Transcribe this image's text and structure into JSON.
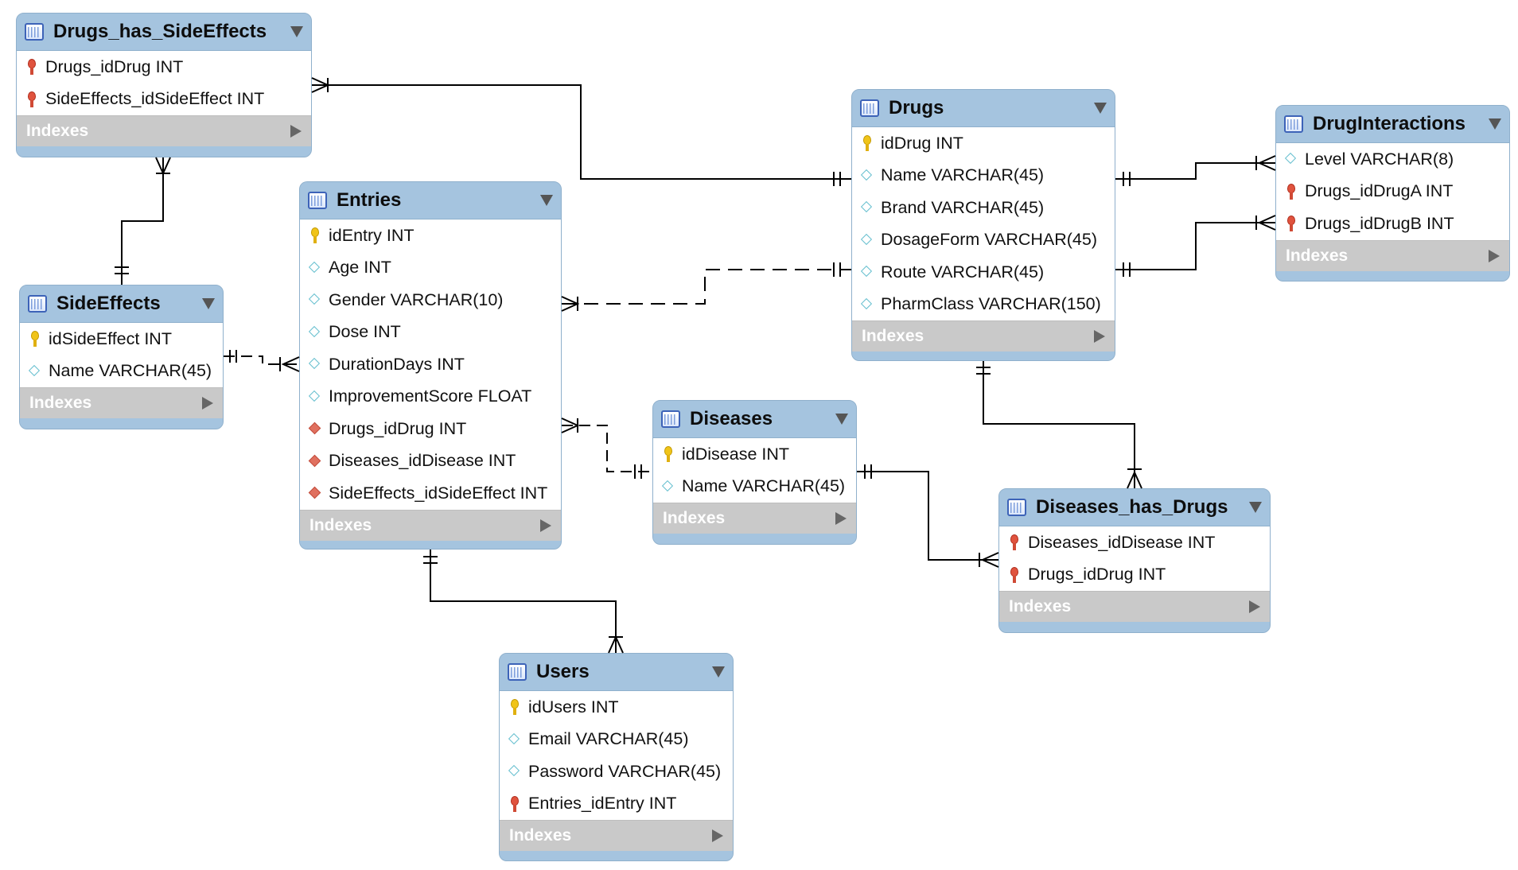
{
  "entities": {
    "dhs": {
      "title": "Drugs_has_SideEffects",
      "indexes_label": "Indexes",
      "columns": [
        {
          "text": "Drugs_idDrug INT",
          "kind": "fk"
        },
        {
          "text": "SideEffects_idSideEffect INT",
          "kind": "fk"
        }
      ]
    },
    "sideeffects": {
      "title": "SideEffects",
      "indexes_label": "Indexes",
      "columns": [
        {
          "text": "idSideEffect INT",
          "kind": "pk"
        },
        {
          "text": "Name VARCHAR(45)",
          "kind": "attr"
        }
      ]
    },
    "entries": {
      "title": "Entries",
      "indexes_label": "Indexes",
      "columns": [
        {
          "text": "idEntry INT",
          "kind": "pk"
        },
        {
          "text": "Age INT",
          "kind": "attr"
        },
        {
          "text": "Gender VARCHAR(10)",
          "kind": "attr"
        },
        {
          "text": "Dose INT",
          "kind": "attr"
        },
        {
          "text": "DurationDays INT",
          "kind": "attr"
        },
        {
          "text": "ImprovementScore FLOAT",
          "kind": "attr"
        },
        {
          "text": "Drugs_idDrug INT",
          "kind": "fkattr"
        },
        {
          "text": "Diseases_idDisease INT",
          "kind": "fkattr"
        },
        {
          "text": "SideEffects_idSideEffect INT",
          "kind": "fkattr"
        }
      ]
    },
    "drugs": {
      "title": "Drugs",
      "indexes_label": "Indexes",
      "columns": [
        {
          "text": "idDrug INT",
          "kind": "pk"
        },
        {
          "text": "Name VARCHAR(45)",
          "kind": "attr"
        },
        {
          "text": "Brand VARCHAR(45)",
          "kind": "attr"
        },
        {
          "text": "DosageForm VARCHAR(45)",
          "kind": "attr"
        },
        {
          "text": "Route VARCHAR(45)",
          "kind": "attr"
        },
        {
          "text": "PharmClass VARCHAR(150)",
          "kind": "attr"
        }
      ]
    },
    "druginteractions": {
      "title": "DrugInteractions",
      "indexes_label": "Indexes",
      "columns": [
        {
          "text": "Level VARCHAR(8)",
          "kind": "attr"
        },
        {
          "text": "Drugs_idDrugA INT",
          "kind": "fk"
        },
        {
          "text": "Drugs_idDrugB INT",
          "kind": "fk"
        }
      ]
    },
    "diseases": {
      "title": "Diseases",
      "indexes_label": "Indexes",
      "columns": [
        {
          "text": "idDisease INT",
          "kind": "pk"
        },
        {
          "text": "Name VARCHAR(45)",
          "kind": "attr"
        }
      ]
    },
    "dhd": {
      "title": "Diseases_has_Drugs",
      "indexes_label": "Indexes",
      "columns": [
        {
          "text": "Diseases_idDisease INT",
          "kind": "fk"
        },
        {
          "text": "Drugs_idDrug INT",
          "kind": "fk"
        }
      ]
    },
    "users": {
      "title": "Users",
      "indexes_label": "Indexes",
      "columns": [
        {
          "text": "idUsers INT",
          "kind": "pk"
        },
        {
          "text": "Email VARCHAR(45)",
          "kind": "attr"
        },
        {
          "text": "Password VARCHAR(45)",
          "kind": "attr"
        },
        {
          "text": "Entries_idEntry INT",
          "kind": "fk"
        }
      ]
    }
  },
  "icons": {
    "table": "table-icon",
    "primary_key": "key-icon",
    "foreign_key": "foreign-key-icon",
    "attribute": "diamond-icon",
    "menu": "dropdown-arrow-icon",
    "indexes_expand": "expand-arrow-icon"
  },
  "colors": {
    "header": "#a5c4df",
    "indexes_bar": "#c9c9c9",
    "line": "#000000"
  }
}
